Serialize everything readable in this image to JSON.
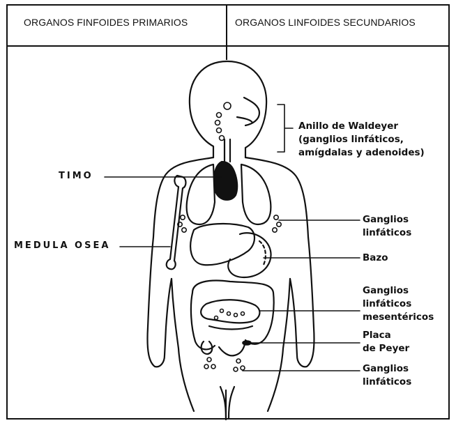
{
  "header": {
    "left_title": "ORGANOS FINFOIDES PRIMARIOS",
    "right_title": "ORGANOS LINFOIDES SECUNDARIOS"
  },
  "labels": {
    "timo": "TIMO",
    "medula": "MEDULA OSEA",
    "waldeyer": [
      "Anillo de Waldeyer",
      "(ganglios linfáticos,",
      "amígdalas y adenoides)"
    ],
    "ganglios_axilares": [
      "Ganglios",
      "linfáticos"
    ],
    "bazo": "Bazo",
    "mesentericos": [
      "Ganglios",
      "linfáticos",
      "mesentéricos"
    ],
    "peyer": [
      "Placa",
      "de Peyer"
    ],
    "ganglios_inguinales": [
      "Ganglios",
      "linfáticos"
    ]
  },
  "colors": {
    "ink": "#111111",
    "background": "#ffffff"
  }
}
